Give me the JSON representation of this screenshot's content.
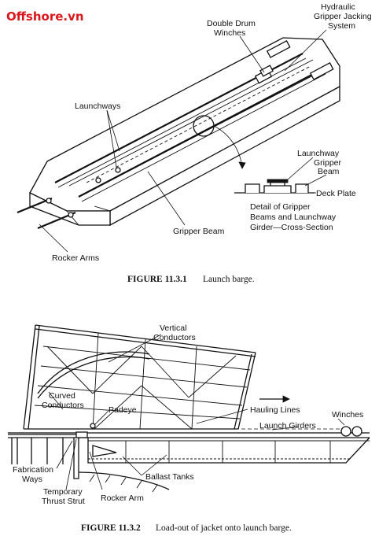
{
  "logo": {
    "text": "Offshore.vn",
    "color": "#d9161c"
  },
  "figure1": {
    "labels": {
      "hydraulic_1": "Hydraulic",
      "hydraulic_2": "Gripper Jacking",
      "hydraulic_3": "System",
      "winches_1": "Double Drum",
      "winches_2": "Winches",
      "launchways": "Launchways",
      "launchway": "Launchway",
      "gripper_beam_1": "Gripper",
      "gripper_beam_2": "Beam",
      "deck_plate": "Deck Plate",
      "detail_1": "Detail of Gripper",
      "detail_2": "Beams and Launchway",
      "detail_3": "Girder—Cross-Section",
      "gripper_beam": "Gripper Beam",
      "rocker_arms": "Rocker Arms"
    },
    "caption_number": "FIGURE 11.3.1",
    "caption_text": "Launch barge."
  },
  "figure2": {
    "labels": {
      "vertical_1": "Vertical",
      "vertical_2": "Conductors",
      "curved_1": "Curved",
      "curved_2": "Conductors",
      "padeye": "Padeye",
      "hauling_lines": "Hauling Lines",
      "winches": "Winches",
      "launch_girders": "Launch Girders",
      "fabrication_1": "Fabrication",
      "fabrication_2": "Ways",
      "ballast_tanks": "Ballast Tanks",
      "temporary_1": "Temporary",
      "temporary_2": "Thrust Strut",
      "rocker_arm": "Rocker Arm"
    },
    "caption_number": "FIGURE 11.3.2",
    "caption_text": "Load-out of jacket onto launch barge."
  }
}
